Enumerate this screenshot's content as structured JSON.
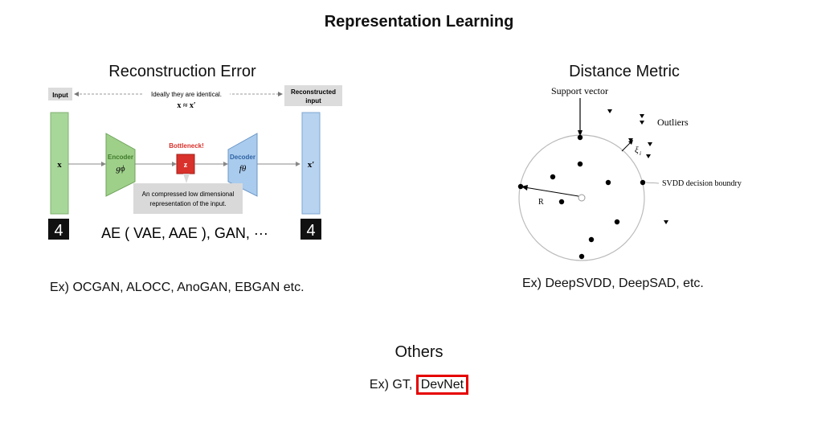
{
  "title": "Representation Learning",
  "left": {
    "heading": "Reconstruction Error",
    "diagram": {
      "input_label": "Input",
      "identical_note": "Ideally they are identical.",
      "approx": "x ≈ x′",
      "reconstructed_label": "Reconstructed input",
      "x": "x",
      "x_prime": "x′",
      "encoder": "Encoder",
      "encoder_fn": "gϕ",
      "bottleneck": "Bottleneck!",
      "z": "z",
      "decoder": "Decoder",
      "decoder_fn": "fθ",
      "callout": "An compressed low dimensional representation of the input.",
      "digit": "4",
      "models": "AE ( VAE, AAE ), GAN, ···"
    },
    "examples": "Ex) OCGAN, ALOCC, AnoGAN, EBGAN etc."
  },
  "right": {
    "heading": "Distance Metric",
    "diagram": {
      "support_vector": "Support vector",
      "outliers": "Outliers",
      "xi": "ξ",
      "xi_sub": "i",
      "radius": "R",
      "boundary": "SVDD decision boundry"
    },
    "examples": "Ex) DeepSVDD, DeepSAD, etc."
  },
  "others": {
    "heading": "Others",
    "prefix": "Ex) GT, ",
    "highlight": "DevNet"
  },
  "colors": {
    "highlight_border": "#e60000",
    "input_bar": "#a8d79a",
    "output_bar": "#b7d3ef",
    "encoder": "#9fd08a",
    "decoder": "#a9cbee",
    "bottleneck": "#d9312b"
  }
}
